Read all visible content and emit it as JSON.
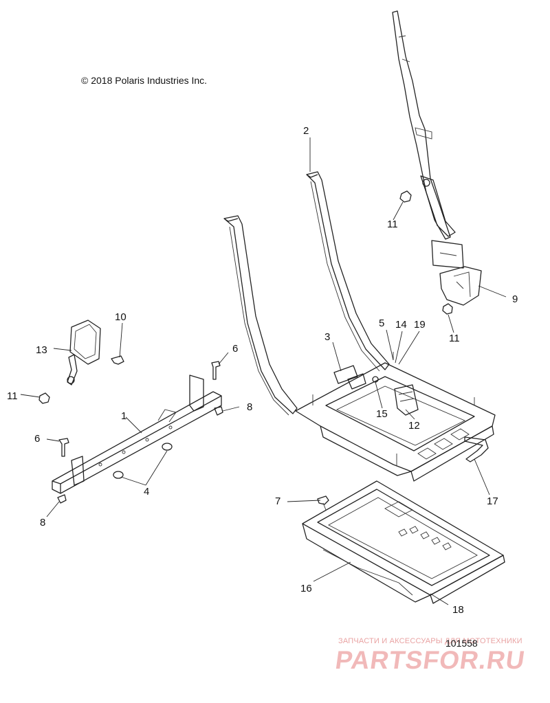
{
  "copyright": "© 2018 Polaris Industries Inc.",
  "drawing_number": "101558",
  "watermark": {
    "tagline": "ЗАПЧАСТИ И АКСЕССУАРЫ ДЛЯ МОТОТЕХНИКИ",
    "brand": "PARTSFOR.RU"
  },
  "callouts": {
    "c1": "1",
    "c2": "2",
    "c3": "3",
    "c4": "4",
    "c5": "5",
    "c6a": "6",
    "c6b": "6",
    "c7": "7",
    "c8a": "8",
    "c8b": "8",
    "c9": "9",
    "c10": "10",
    "c11a": "11",
    "c11b": "11",
    "c11c": "11",
    "c12": "12",
    "c13": "13",
    "c14": "14",
    "c15": "15",
    "c16": "16",
    "c17": "17",
    "c18": "18",
    "c19": "19"
  }
}
